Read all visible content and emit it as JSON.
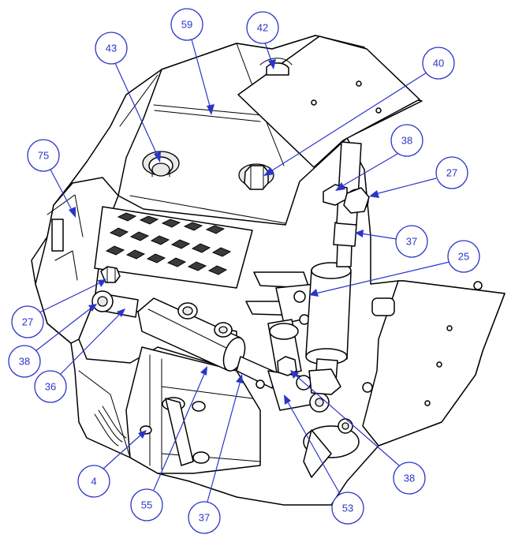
{
  "callouts": [
    {
      "id": "c59",
      "label": "59"
    },
    {
      "id": "c42",
      "label": "42"
    },
    {
      "id": "c43",
      "label": "43"
    },
    {
      "id": "c40",
      "label": "40"
    },
    {
      "id": "c38a",
      "label": "38"
    },
    {
      "id": "c27a",
      "label": "27"
    },
    {
      "id": "c75",
      "label": "75"
    },
    {
      "id": "c37a",
      "label": "37"
    },
    {
      "id": "c25",
      "label": "25"
    },
    {
      "id": "c27b",
      "label": "27"
    },
    {
      "id": "c38b",
      "label": "38"
    },
    {
      "id": "c36",
      "label": "36"
    },
    {
      "id": "c4",
      "label": "4"
    },
    {
      "id": "c55",
      "label": "55"
    },
    {
      "id": "c37b",
      "label": "37"
    },
    {
      "id": "c53",
      "label": "53"
    },
    {
      "id": "c38c",
      "label": "38"
    }
  ],
  "colors": {
    "callout": "#2b35c9",
    "line": "#000000",
    "fill": "#ffffff"
  }
}
